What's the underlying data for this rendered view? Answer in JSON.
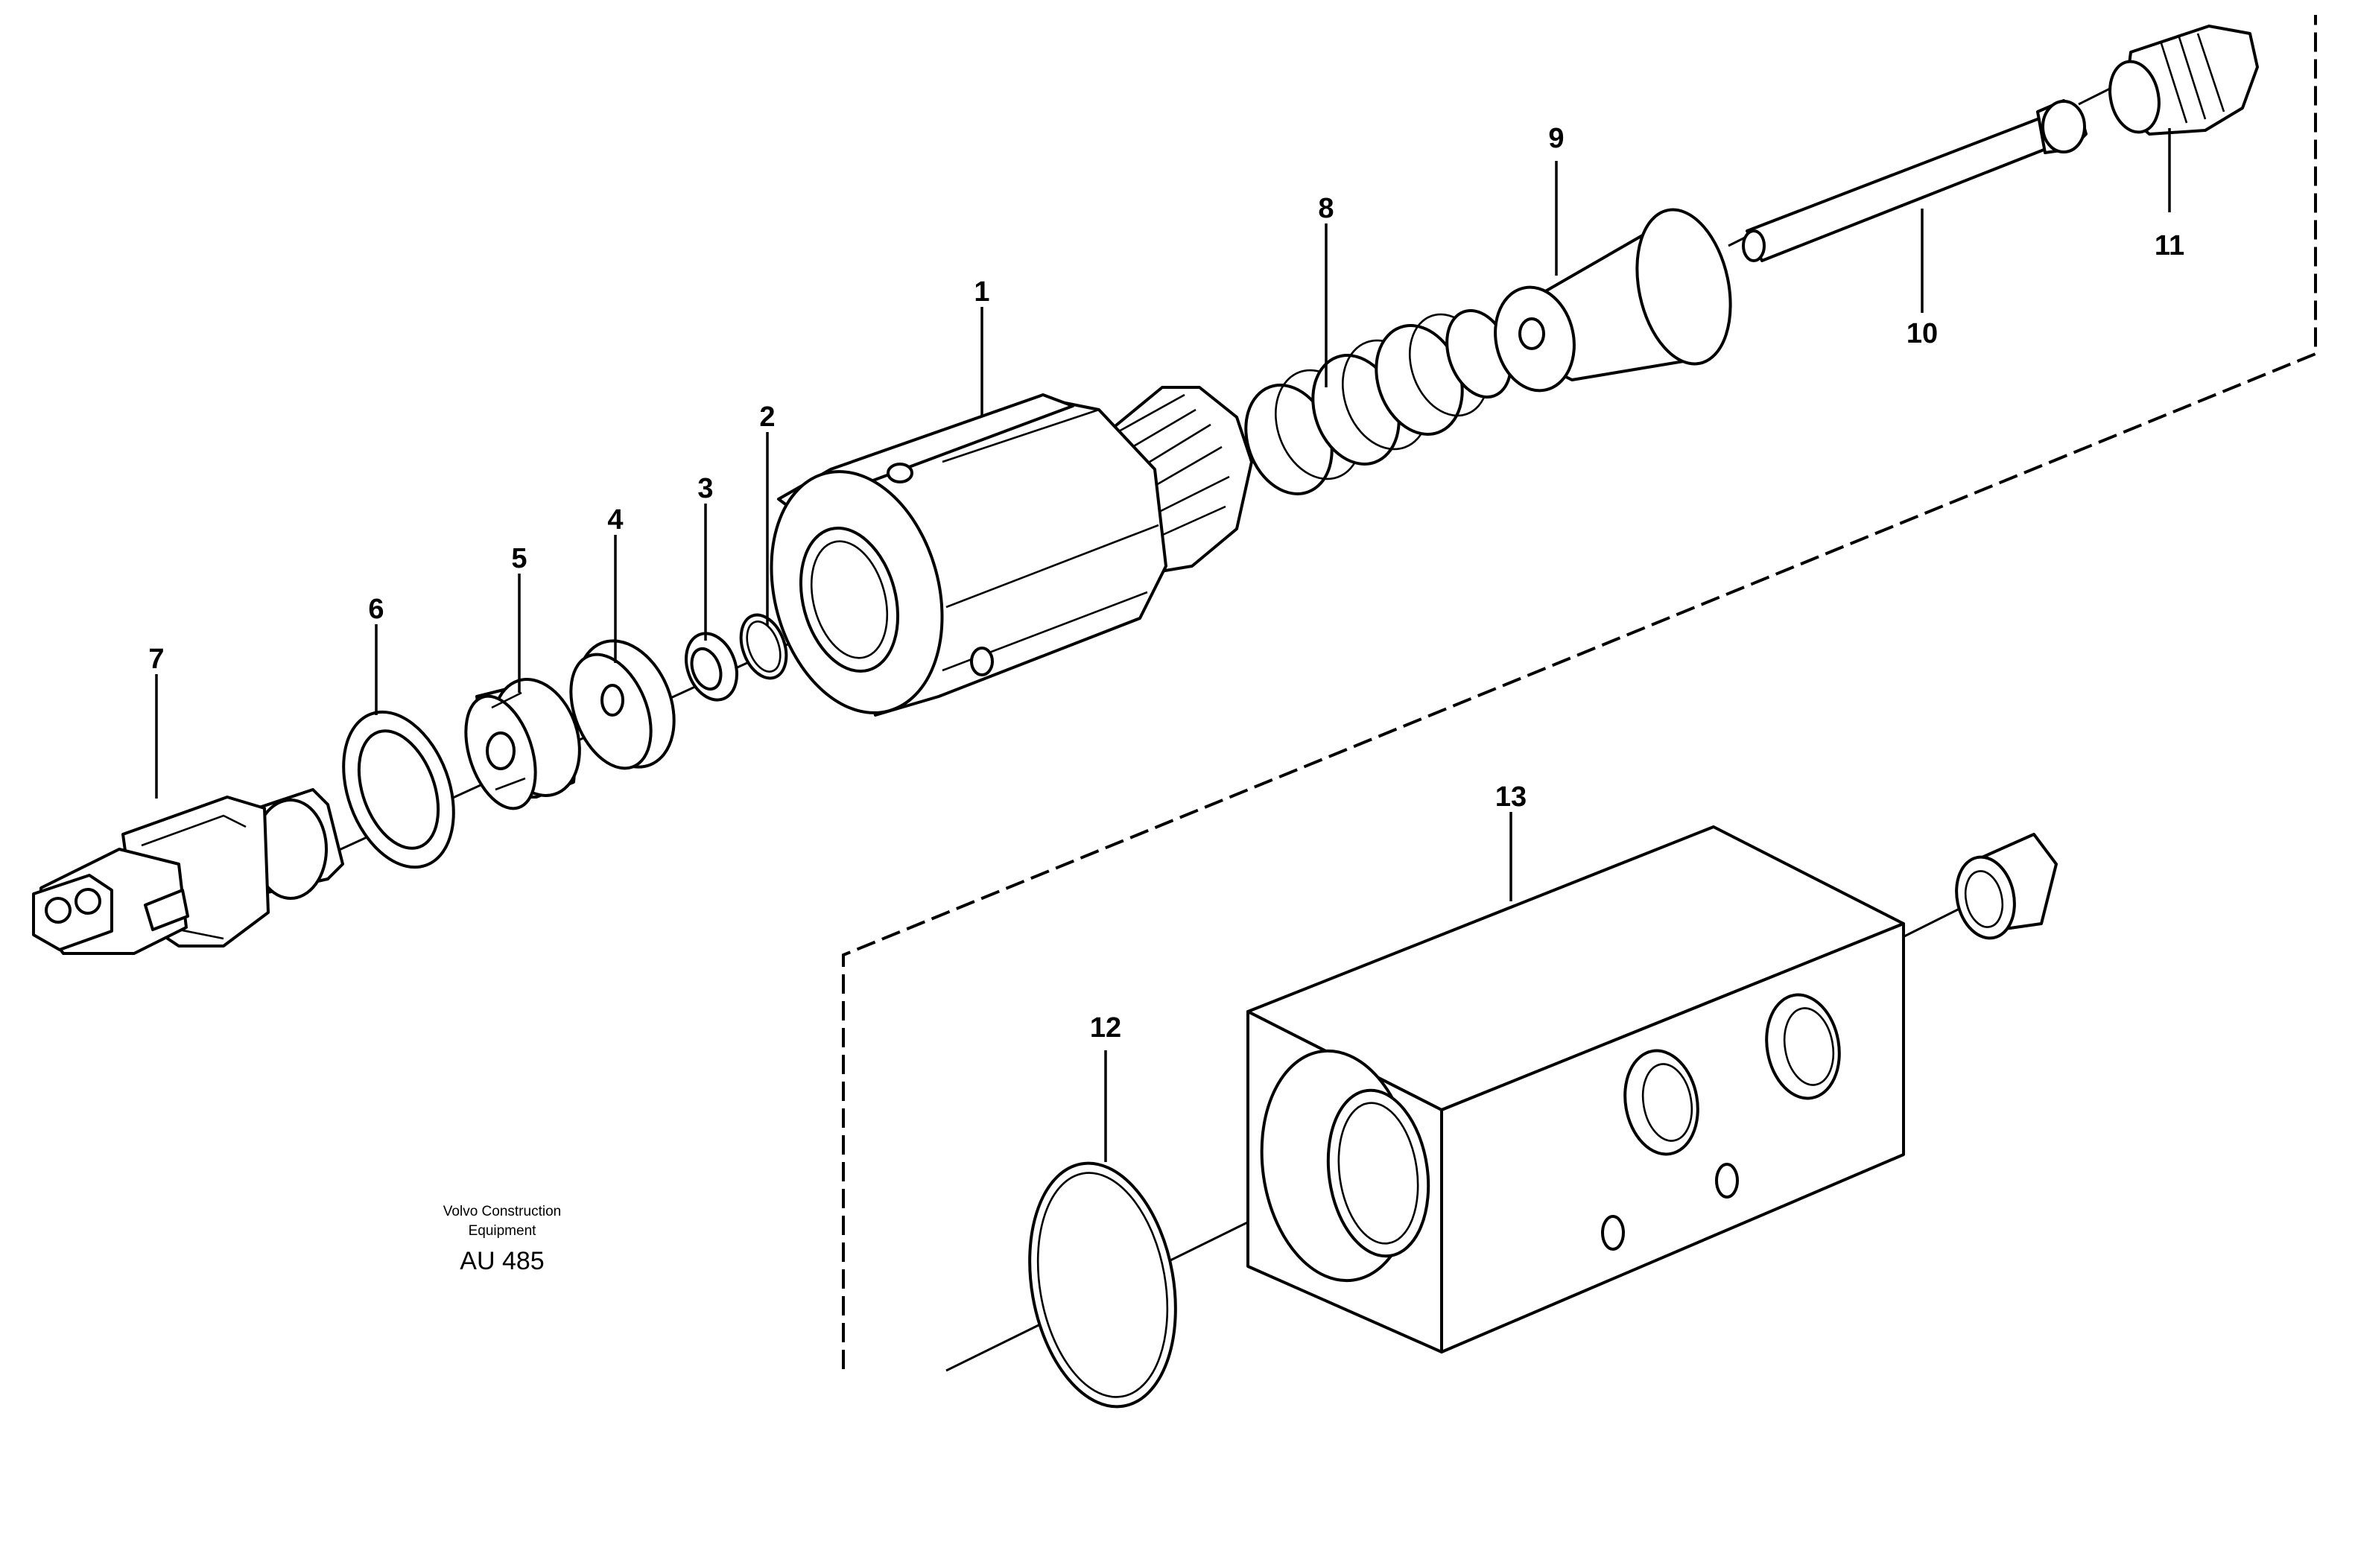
{
  "callouts": [
    {
      "id": "1",
      "label": "1"
    },
    {
      "id": "2",
      "label": "2"
    },
    {
      "id": "3",
      "label": "3"
    },
    {
      "id": "4",
      "label": "4"
    },
    {
      "id": "5",
      "label": "5"
    },
    {
      "id": "6",
      "label": "6"
    },
    {
      "id": "7",
      "label": "7"
    },
    {
      "id": "8",
      "label": "8"
    },
    {
      "id": "9",
      "label": "9"
    },
    {
      "id": "10",
      "label": "10"
    },
    {
      "id": "11",
      "label": "11"
    },
    {
      "id": "12",
      "label": "12"
    },
    {
      "id": "13",
      "label": "13"
    }
  ],
  "caption": {
    "line1": "Volvo Construction",
    "line2": "Equipment",
    "code": "AU 485"
  }
}
